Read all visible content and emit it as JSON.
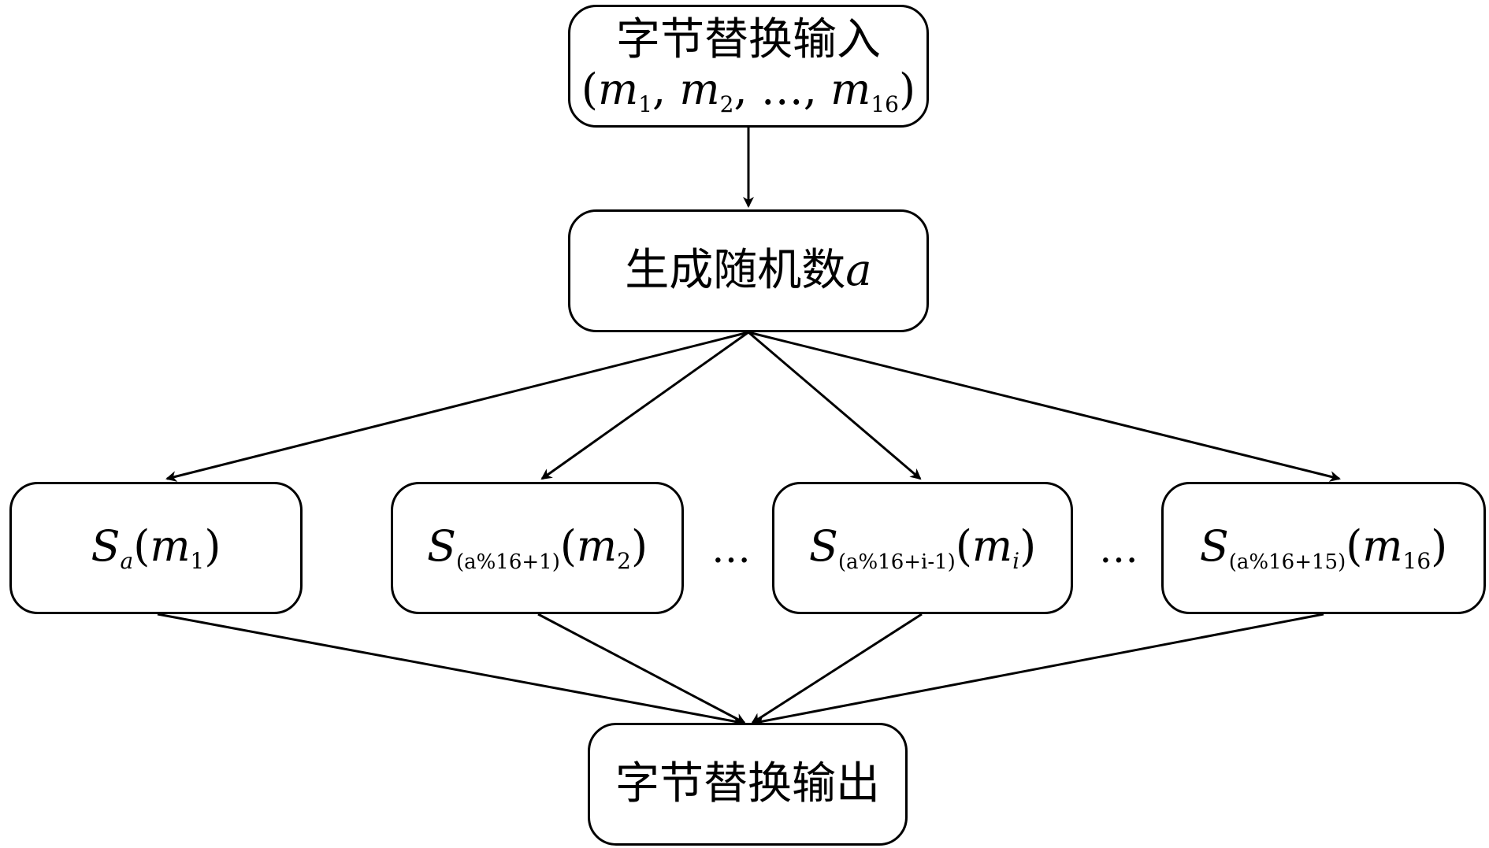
{
  "input_box": {
    "title": "字节替换输入",
    "seq_m": "m",
    "seq_1": "1",
    "seq_2": "2",
    "seq_dots": "…",
    "seq_16": "16"
  },
  "random_box": {
    "label": "生成随机数",
    "var": "a"
  },
  "sbox": [
    {
      "S": "S",
      "sub": "a",
      "arg_m": "m",
      "arg_sub": "1"
    },
    {
      "S": "S",
      "sub": "(a%16+1)",
      "arg_m": "m",
      "arg_sub": "2"
    },
    {
      "S": "S",
      "sub": "(a%16+i-1)",
      "arg_m": "m",
      "arg_sub": "i"
    },
    {
      "S": "S",
      "sub": "(a%16+15)",
      "arg_m": "m",
      "arg_sub": "16"
    }
  ],
  "ellipsis": "…",
  "output_box": {
    "title": "字节替换输出"
  }
}
